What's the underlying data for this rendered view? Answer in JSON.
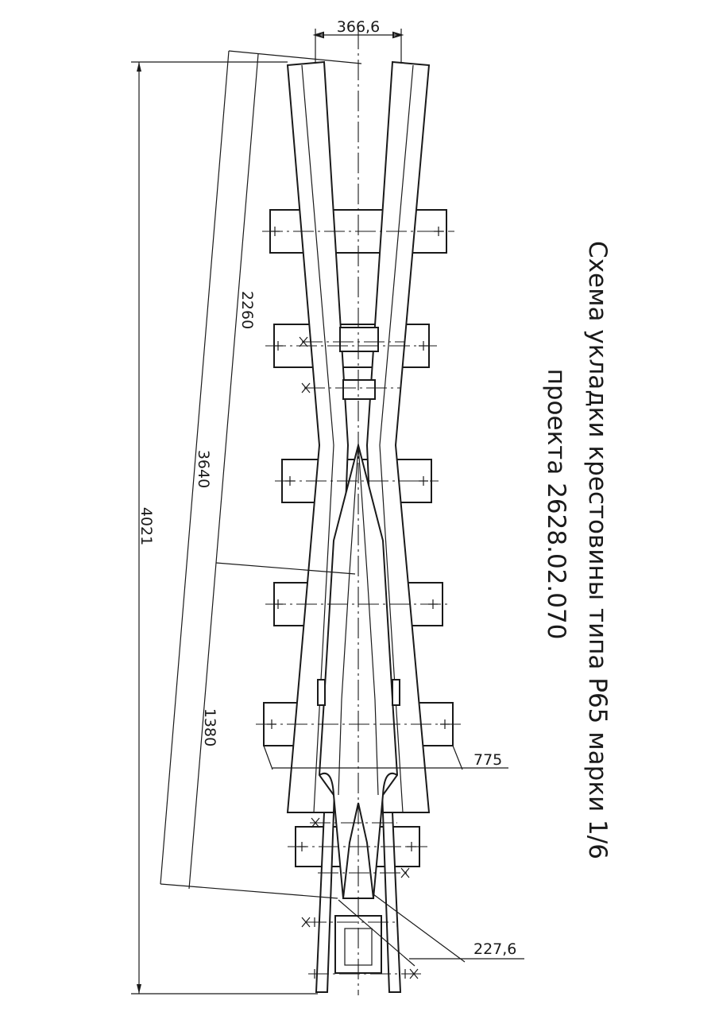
{
  "title": {
    "line1": "Схема укладки крестовины типа Р65 марки 1/6",
    "line2": "проекта 2628.02.070"
  },
  "dimensions": {
    "top_width": "366,6",
    "length_2260": "2260",
    "length_3640": "3640",
    "total_4021": "4021",
    "length_1380": "1380",
    "width_775": "775",
    "offset_227": "227,6"
  }
}
